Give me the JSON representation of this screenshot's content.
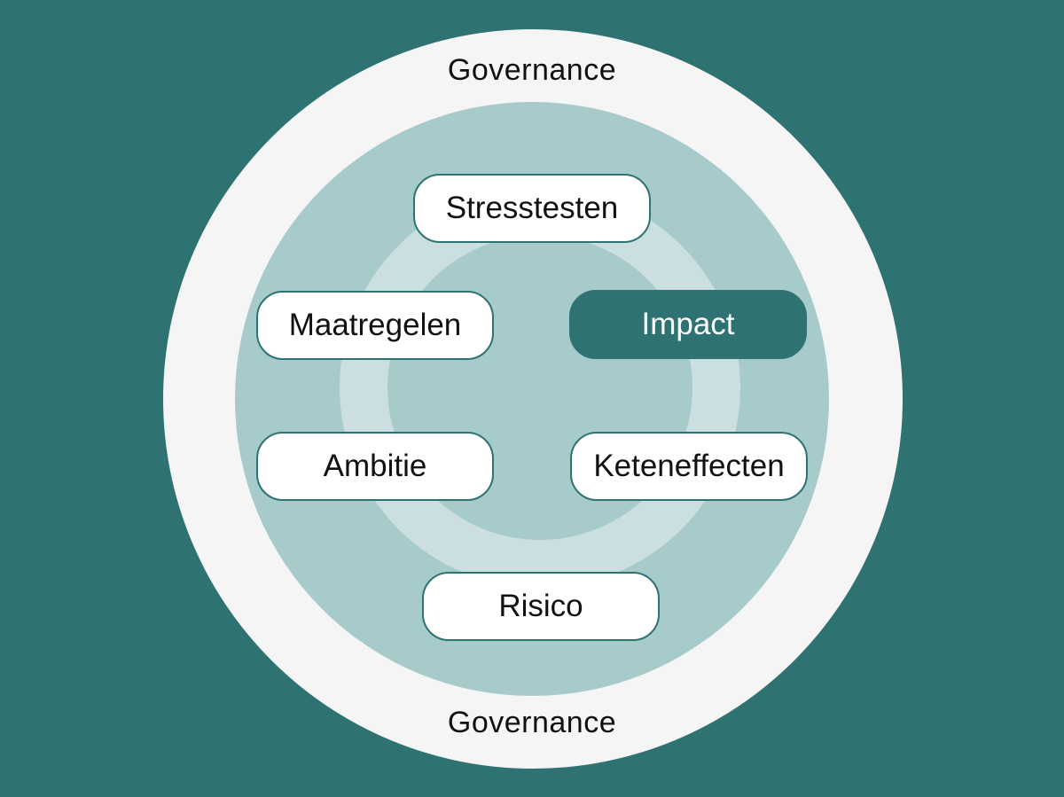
{
  "diagram": {
    "outer_ring_label_top": "Governance",
    "outer_ring_label_bottom": "Governance",
    "cycle_steps": [
      {
        "label": "Stresstesten",
        "active": false
      },
      {
        "label": "Impact",
        "active": true
      },
      {
        "label": "Keteneffecten",
        "active": false
      },
      {
        "label": "Risico",
        "active": false
      },
      {
        "label": "Ambitie",
        "active": false
      },
      {
        "label": "Maatregelen",
        "active": false
      }
    ]
  },
  "colors": {
    "background": "#2f7272",
    "outer_ring": "#f5f5f5",
    "inner_disc": "#a7cacb",
    "cycle_ring": "#cbdfe0",
    "pill_fill": "#ffffff",
    "pill_border": "#2f7272",
    "active_pill_fill": "#2f7272"
  }
}
